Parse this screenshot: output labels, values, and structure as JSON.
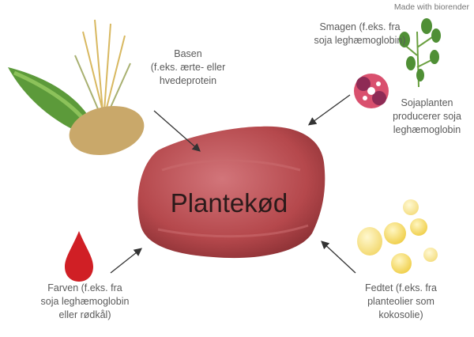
{
  "watermark": "Made with biorender",
  "center_label": "Plantekød",
  "labels": {
    "basen": "Basen\n(f.eks. ærte- eller\nhvedeprotein",
    "smagen": "Smagen (f.eks. fra\nsoja leghæmoglobin)",
    "sojaplanten": "Sojaplanten\nproducerer soja\nleghæmoglobin",
    "farven": "Farven (f.eks. fra\nsoja leghæmoglobin\neller rødkål)",
    "fedtet": "Fedtet (f.eks. fra\nplanteolier som\nkokosolie)"
  },
  "colors": {
    "meat": "#b5484c",
    "drop": "#d01f25",
    "oil": "#f3d55a",
    "plant": "#5c9a3a",
    "arrow": "#333333"
  }
}
